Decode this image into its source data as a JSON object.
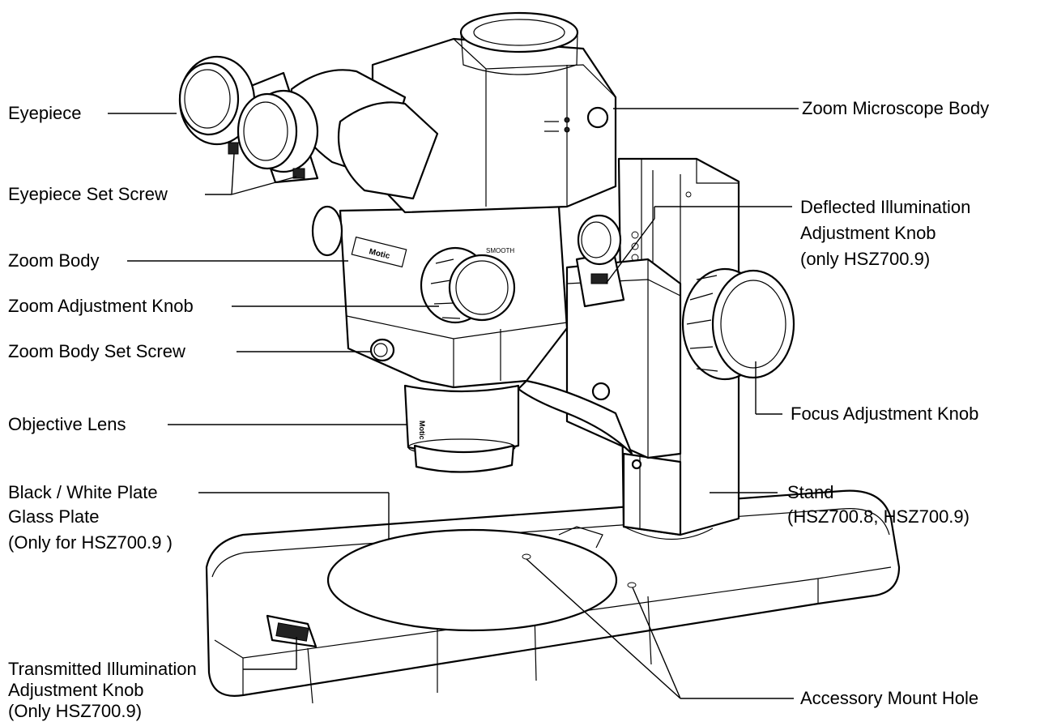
{
  "labels": {
    "eyepiece": "Eyepiece",
    "eyepiece_set_screw": "Eyepiece Set Screw",
    "zoom_body": "Zoom Body",
    "zoom_adjustment_knob": "Zoom Adjustment Knob",
    "zoom_body_set_screw": "Zoom Body Set Screw",
    "objective_lens": "Objective Lens",
    "plate_line1": "Black / White Plate",
    "plate_line2": "Glass Plate",
    "plate_line3": "(Only for HSZ700.9 )",
    "transmitted_line1": "Transmitted Illumination",
    "transmitted_line2": "Adjustment Knob",
    "transmitted_line3": "(Only HSZ700.9)",
    "zoom_microscope_body": "Zoom Microscope Body",
    "deflected_line1": "Deflected Illumination",
    "deflected_line2": "Adjustment Knob",
    "deflected_line3": "(only HSZ700.9)",
    "focus_adjustment_knob": "Focus Adjustment Knob",
    "stand_line1": "Stand",
    "stand_line2": "(HSZ700.8, HSZ700.9)",
    "accessory_mount_hole": "Accessory Mount Hole"
  },
  "product_marks": {
    "brand": "Motic",
    "knob_text": "SMOOTH"
  }
}
